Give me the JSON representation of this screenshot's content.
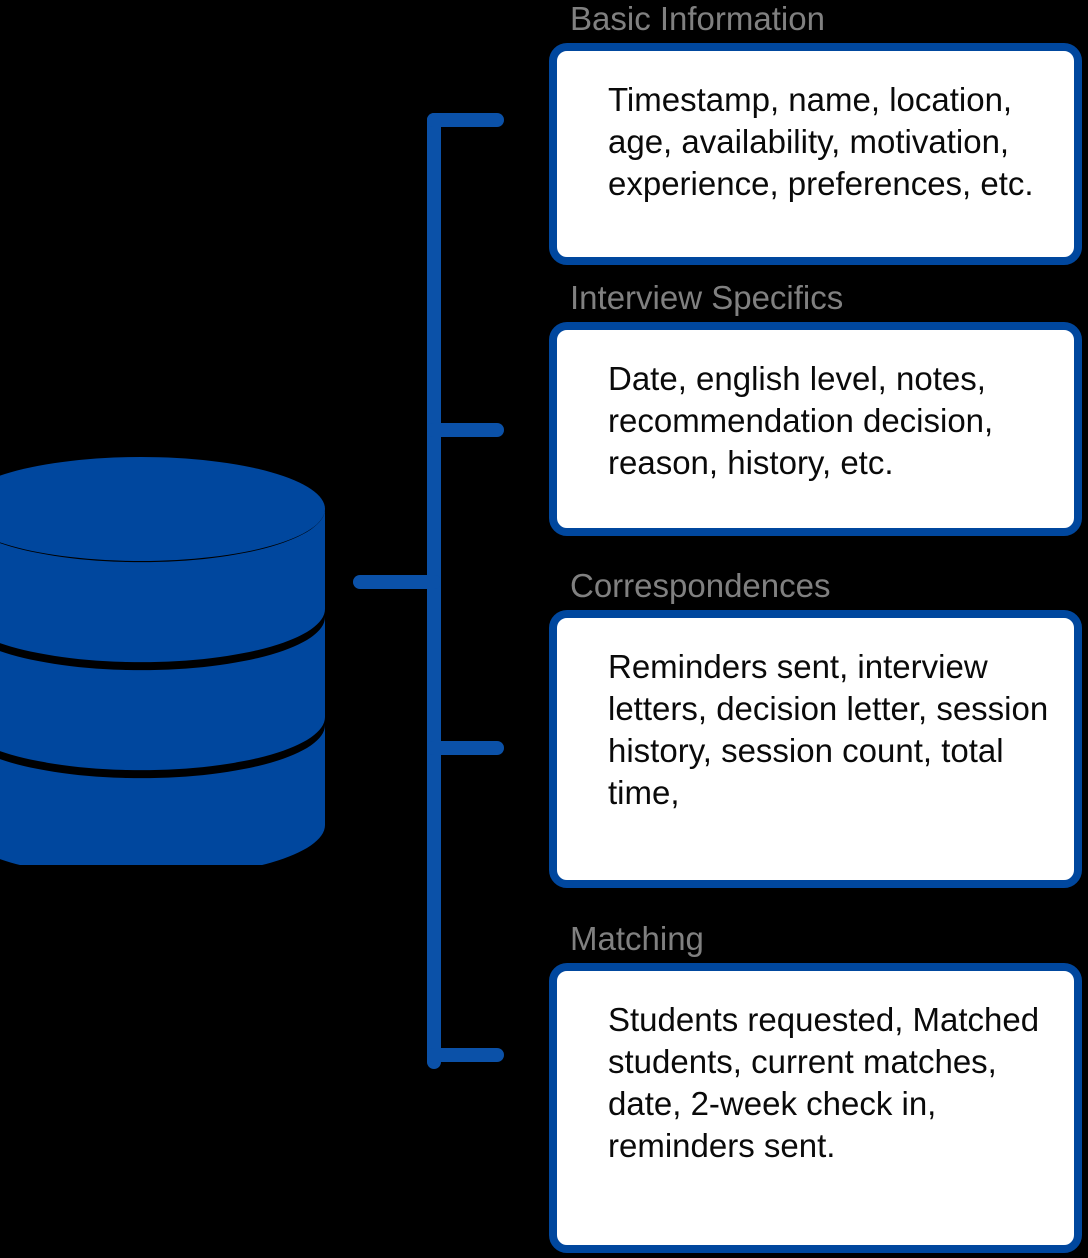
{
  "diagram": {
    "title_icon": "database-cylinder-icon",
    "colors": {
      "background": "#000000",
      "accent_blue": "#00479E",
      "card_fill": "#FFFFFF",
      "label_gray": "#808080",
      "body_text": "#0A0A0A"
    },
    "connector": {
      "type": "bracket",
      "branch_count": 4
    }
  },
  "cards": [
    {
      "label": "Basic Information",
      "text": "Timestamp, name, location, age, availability, motivation, experience, preferences, etc."
    },
    {
      "label": "Interview Specifics",
      "text": "Date, english level, notes, recommendation decision, reason, history, etc."
    },
    {
      "label": "Correspondences",
      "text": "Reminders sent, interview letters, decision letter, session history, session count, total time,"
    },
    {
      "label": "Matching",
      "text": "Students requested, Matched students, current matches, date, 2-week check in,  reminders sent."
    }
  ]
}
